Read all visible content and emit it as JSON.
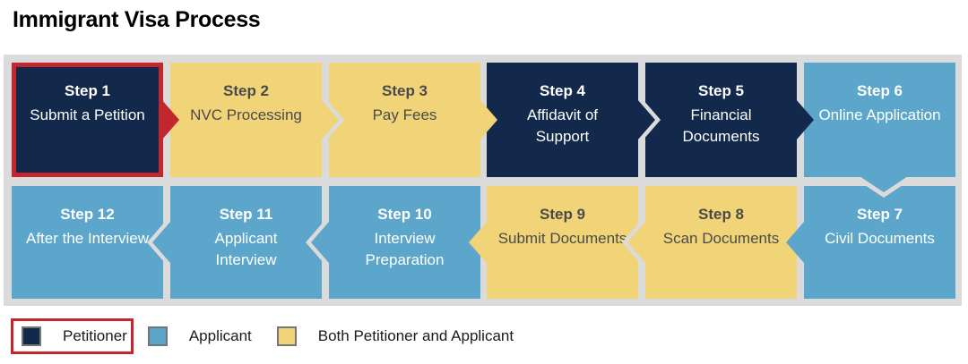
{
  "title": "Immigrant Visa Process",
  "colors": {
    "petitioner_navy": "#12294B",
    "applicant_blue": "#5CA6CC",
    "both_yellow": "#F2D478",
    "highlight_red": "#C2272D",
    "panel_gray": "#DBDBDB"
  },
  "steps": [
    {
      "step": "Step 1",
      "label": "Submit a Petition",
      "role": "petitioner",
      "highlighted": true
    },
    {
      "step": "Step 2",
      "label": "NVC Processing",
      "role": "both",
      "highlighted": false
    },
    {
      "step": "Step 3",
      "label": "Pay Fees",
      "role": "both",
      "highlighted": false
    },
    {
      "step": "Step 4",
      "label": "Affidavit of Support",
      "role": "petitioner",
      "highlighted": false
    },
    {
      "step": "Step 5",
      "label": "Financial Documents",
      "role": "petitioner",
      "highlighted": false
    },
    {
      "step": "Step 6",
      "label": "Online Application",
      "role": "applicant",
      "highlighted": false
    },
    {
      "step": "Step 7",
      "label": "Civil Documents",
      "role": "applicant",
      "highlighted": false
    },
    {
      "step": "Step 8",
      "label": "Scan Documents",
      "role": "both",
      "highlighted": false
    },
    {
      "step": "Step 9",
      "label": "Submit Documents",
      "role": "both",
      "highlighted": false
    },
    {
      "step": "Step 10",
      "label": "Interview Preparation",
      "role": "applicant",
      "highlighted": false
    },
    {
      "step": "Step 11",
      "label": "Applicant Interview",
      "role": "applicant",
      "highlighted": false
    },
    {
      "step": "Step 12",
      "label": "After the Interview",
      "role": "applicant",
      "highlighted": false
    }
  ],
  "legend": [
    {
      "label": "Petitioner",
      "role": "petitioner",
      "highlighted": true
    },
    {
      "label": "Applicant",
      "role": "applicant",
      "highlighted": false
    },
    {
      "label": "Both Petitioner and Applicant",
      "role": "both",
      "highlighted": false
    }
  ]
}
